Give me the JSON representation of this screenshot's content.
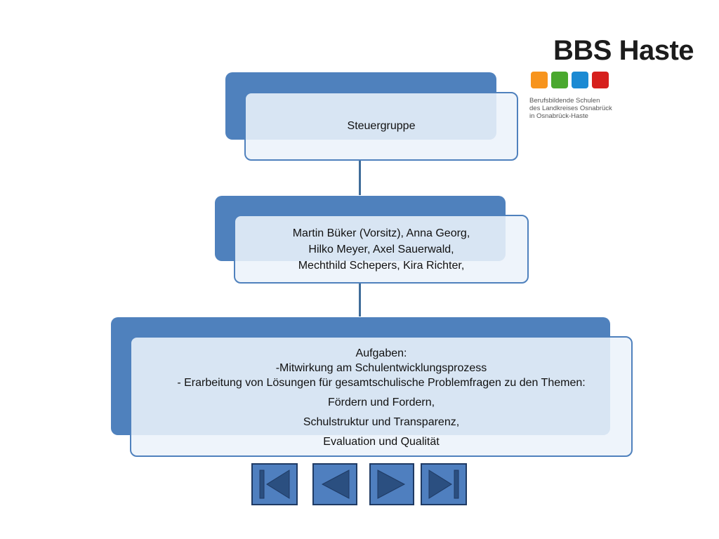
{
  "logo": {
    "title": "BBS Haste",
    "colors": [
      "#f7941d",
      "#4aa82e",
      "#1b8ad3",
      "#d6201d"
    ],
    "subtitle": [
      "Berufsbildende Schulen",
      "des Landkreises Osnabrück",
      "in Osnabrück-Haste"
    ]
  },
  "box1": {
    "title": "Steuergruppe"
  },
  "box2": {
    "lines": [
      "Martin Büker (Vorsitz), Anna Georg,",
      "Hilko Meyer, Axel Sauerwald,",
      "Mechthild Schepers, Kira Richter,"
    ]
  },
  "box3": {
    "lines": [
      "Aufgaben:",
      "-Mitwirkung am Schulentwicklungsprozess",
      "- Erarbeitung von Lösungen für gesamtschulische Problemfragen zu den Themen:",
      "Fördern und Fordern,",
      "Schulstruktur und Transparenz,",
      "Evaluation und Qualität"
    ]
  },
  "colors": {
    "accent": "#4f81bd",
    "button": "#4f7fbf",
    "button_border": "#1f3a63"
  },
  "nav": [
    {
      "icon": "first-slide-icon"
    },
    {
      "icon": "previous-slide-icon"
    },
    {
      "icon": "next-slide-icon"
    },
    {
      "icon": "last-slide-icon"
    }
  ]
}
